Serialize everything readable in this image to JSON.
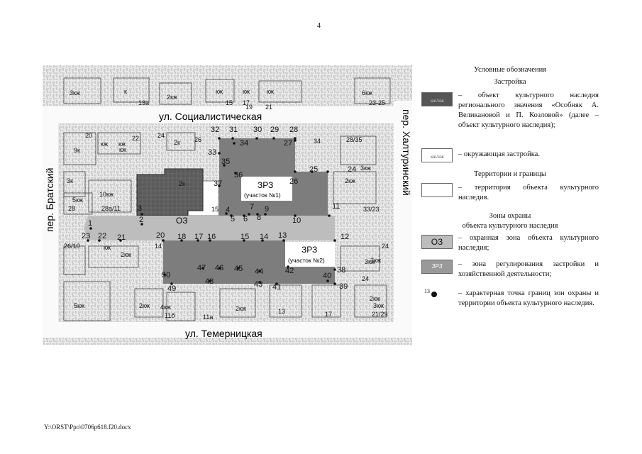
{
  "page_number": "4",
  "footer_path": "Y:\\ORST\\Ppo\\0706p618.f20.docx",
  "legend": {
    "title": "Условные обозначения",
    "section_buildings": "Застройка",
    "heritage_symbol": "кж/нж",
    "heritage_desc": "– объект культурного наследия регионального значения «Особняк А. Великановой и П. Козловой» (далее – объект культурного наследия);",
    "surround_symbol": "кж/нж",
    "surround_desc": "– окружающая застройка.",
    "section_territory": "Территории и границы",
    "territory_desc": "– территория объекта культурного наследия.",
    "section_zones_1": "Зоны охраны",
    "section_zones_2": "объекта культурного наследия",
    "oz_symbol": "ОЗ",
    "oz_desc": "– охранная зона объекта культурного наследия;",
    "zrz_symbol": "ЗРЗ",
    "zrz_desc": "– зона регулирования застройки и хозяйственной деятельности;",
    "point_symbol": "13",
    "point_desc": "– характерная точка границ зон охраны и территории объекта культурного наследия."
  },
  "map": {
    "streets": {
      "socialist": "ул. Социалистическая",
      "temernitskaya": "ул. Темерницкая",
      "bratsky": "пер. Братский",
      "khaltur": "пер. Халтуринский"
    },
    "zones": {
      "oz": "ОЗ",
      "zrz1": "ЗРЗ",
      "zrz1_sub": "(участок №1)",
      "zrz2": "ЗРЗ",
      "zrz2_sub": "(участок №2)"
    },
    "building_labels": [
      "3кж",
      "к",
      "2кж",
      "кж",
      "кж",
      "кж",
      "6кж",
      "23-25",
      "13а",
      "15",
      "17",
      "19",
      "21",
      "20",
      "9к",
      "кж",
      "кж",
      "22",
      "кж",
      "2к",
      "26",
      "24",
      "34",
      "28/35",
      "3кж",
      "3к",
      "10кж",
      "5кж",
      "28",
      "28а/11",
      "2к",
      "15",
      "2кж",
      "33/23",
      "3кж",
      "26/10",
      "кж",
      "2кж",
      "14",
      "24",
      "3кж",
      "24",
      "5кж",
      "2кж",
      "4кж",
      "11б",
      "11а",
      "2кж",
      "13",
      "17",
      "3кж",
      "2кж",
      "21/29"
    ],
    "points": [
      "1",
      "2",
      "3",
      "4",
      "5",
      "6",
      "7",
      "8",
      "9",
      "10",
      "11",
      "12",
      "13",
      "14",
      "15",
      "16",
      "17",
      "18",
      "20",
      "21",
      "22",
      "23",
      "24",
      "25",
      "26",
      "27",
      "28",
      "29",
      "30",
      "31",
      "32",
      "33",
      "34",
      "35",
      "36",
      "37",
      "38",
      "39",
      "40",
      "41",
      "42",
      "43",
      "44",
      "45",
      "46",
      "47",
      "48",
      "49",
      "50"
    ]
  }
}
